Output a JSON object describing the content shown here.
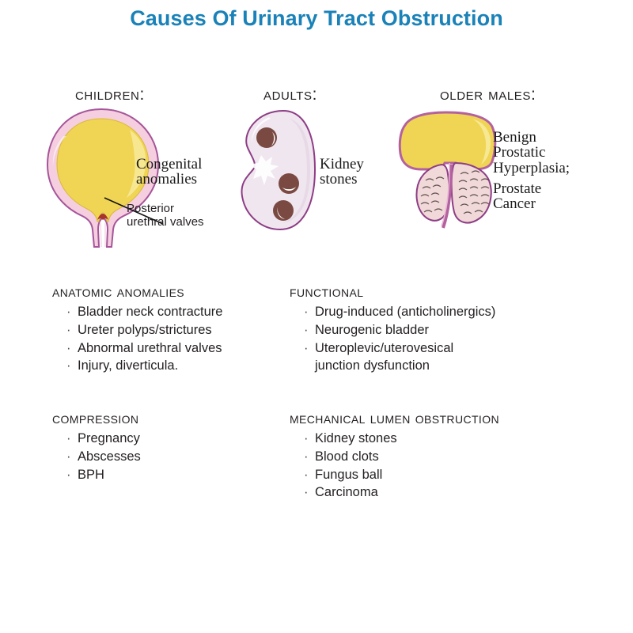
{
  "title": "Causes Of Urinary Tract Obstruction",
  "colors": {
    "title_blue": "#1a82b8",
    "bladder_yellow": "#f0d453",
    "bladder_yellow_light": "#f7e893",
    "wall_pink": "#f5cfe0",
    "outline_mauve": "#a6559a",
    "kidney_fill": "#f0e6ef",
    "stone_brown": "#7a4a42",
    "prostate_fill": "#f0d9d8",
    "valve_red": "#a8352a",
    "text_dark": "#231f20"
  },
  "illustrations": [
    {
      "id": "children",
      "heading": "Children:",
      "icon": "bladder-illustration",
      "labels": [
        {
          "id": "congenital",
          "text": "Congenital\nanomalies",
          "style": "serif"
        },
        {
          "id": "posterior-valves",
          "text": "Posterior\nurethral valves",
          "style": "sans"
        }
      ]
    },
    {
      "id": "adults",
      "heading": "Adults:",
      "icon": "kidney-illustration",
      "labels": [
        {
          "id": "kidney-stones",
          "text": "Kidney\nstones",
          "style": "serif"
        }
      ]
    },
    {
      "id": "older-males",
      "heading": "Older males:",
      "icon": "prostate-illustration",
      "labels": [
        {
          "id": "bph",
          "text": "Benign\nProstatic\nHyperplasia;",
          "style": "serif"
        },
        {
          "id": "prostate-cancer",
          "text": "Prostate\nCancer",
          "style": "serif"
        }
      ]
    }
  ],
  "categories": [
    {
      "id": "anatomic-anomalies",
      "heading": "Anatomic anomalies",
      "items": [
        "Bladder neck contracture",
        "Ureter polyps/strictures",
        "Abnormal urethral valves",
        "Injury, diverticula."
      ]
    },
    {
      "id": "functional",
      "heading": "Functional",
      "items": [
        "Drug-induced (anticholinergics)",
        "Neurogenic bladder",
        "Uteroplevic/uterovesical\njunction dysfunction"
      ]
    },
    {
      "id": "compression",
      "heading": "Compression",
      "items": [
        "Pregnancy",
        "Abscesses",
        "BPH"
      ]
    },
    {
      "id": "mechanical-lumen-obstruction",
      "heading": "Mechanical Lumen Obstruction",
      "items": [
        "Kidney stones",
        "Blood clots",
        "Fungus ball",
        "Carcinoma"
      ]
    }
  ],
  "bullet_glyph": "·"
}
